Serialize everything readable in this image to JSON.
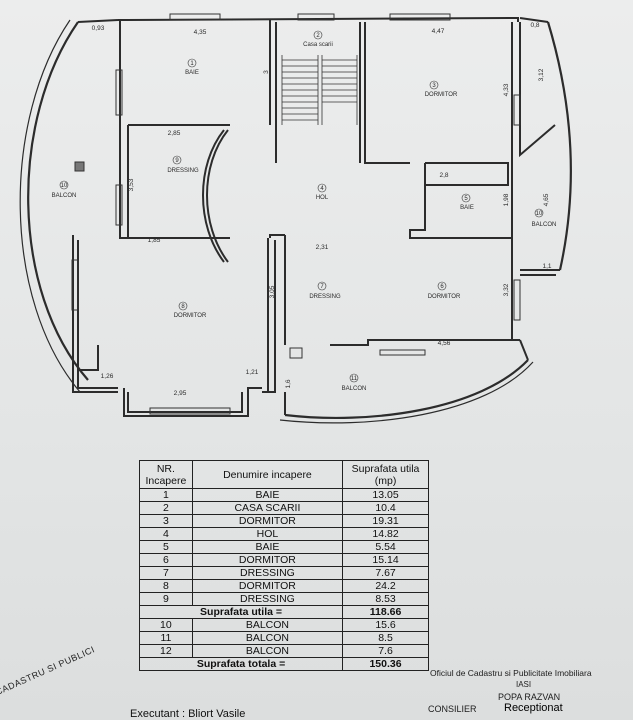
{
  "plan": {
    "rooms": [
      {
        "num": "1",
        "name": "BAIE"
      },
      {
        "num": "2",
        "name": "Casa scarii"
      },
      {
        "num": "3",
        "name": "DORMITOR"
      },
      {
        "num": "4",
        "name": "HOL"
      },
      {
        "num": "5",
        "name": "BAIE"
      },
      {
        "num": "6",
        "name": "DORMITOR"
      },
      {
        "num": "7",
        "name": "DRESSING"
      },
      {
        "num": "8",
        "name": "DORMITOR"
      },
      {
        "num": "9",
        "name": "DRESSING"
      },
      {
        "num": "10",
        "name": "BALCON"
      },
      {
        "num": "10",
        "name": "BALCON"
      },
      {
        "num": "11",
        "name": "BALCON"
      }
    ],
    "dimensions": {
      "d_093": "0,93",
      "d_435": "4,35",
      "d_447": "4,47",
      "d_08": "0,8",
      "d_312": "3,12",
      "d_3": "3",
      "d_433": "4,33",
      "d_285": "2,85",
      "d_353": "3,53",
      "d_28": "2,8",
      "d_198": "1,98",
      "d_465": "4,65",
      "d_185": "1,85",
      "d_231": "2,31",
      "d_305": "3,05",
      "d_332": "3,32",
      "d_11": "1,1",
      "d_456": "4,56",
      "d_121": "1,21",
      "d_126": "1,26",
      "d_295": "2,95",
      "d_16": "1,6"
    }
  },
  "table": {
    "headers": {
      "nr": "NR. Incapere",
      "name": "Denumire incapere",
      "area": "Suprafata utila (mp)"
    },
    "rows": [
      {
        "nr": "1",
        "name": "BAIE",
        "area": "13.05"
      },
      {
        "nr": "2",
        "name": "CASA SCARII",
        "area": "10.4"
      },
      {
        "nr": "3",
        "name": "DORMITOR",
        "area": "19.31"
      },
      {
        "nr": "4",
        "name": "HOL",
        "area": "14.82"
      },
      {
        "nr": "5",
        "name": "BAIE",
        "area": "5.54"
      },
      {
        "nr": "6",
        "name": "DORMITOR",
        "area": "15.14"
      },
      {
        "nr": "7",
        "name": "DRESSING",
        "area": "7.67"
      },
      {
        "nr": "8",
        "name": "DORMITOR",
        "area": "24.2"
      },
      {
        "nr": "9",
        "name": "DRESSING",
        "area": "8.53"
      }
    ],
    "subtotal": {
      "label": "Suprafata utila =",
      "value": "118.66"
    },
    "balcony_rows": [
      {
        "nr": "10",
        "name": "BALCON",
        "area": "15.6"
      },
      {
        "nr": "11",
        "name": "BALCON",
        "area": "8.5"
      },
      {
        "nr": "12",
        "name": "BALCON",
        "area": "7.6"
      }
    ],
    "total": {
      "label": "Suprafata totala =",
      "value": "150.36"
    }
  },
  "footer": {
    "executant": "Executant : Bliort Vasile",
    "stamp_office": "Oficiul de Cadastru si Publicitate Imobiliara",
    "stamp_iasi": "IASI",
    "stamp_name": "POPA RAZVAN",
    "stamp_role": "CONSILIER",
    "stamp_received": "Receptionat",
    "stamp_left": "CADASTRU SI PUBLICI"
  }
}
